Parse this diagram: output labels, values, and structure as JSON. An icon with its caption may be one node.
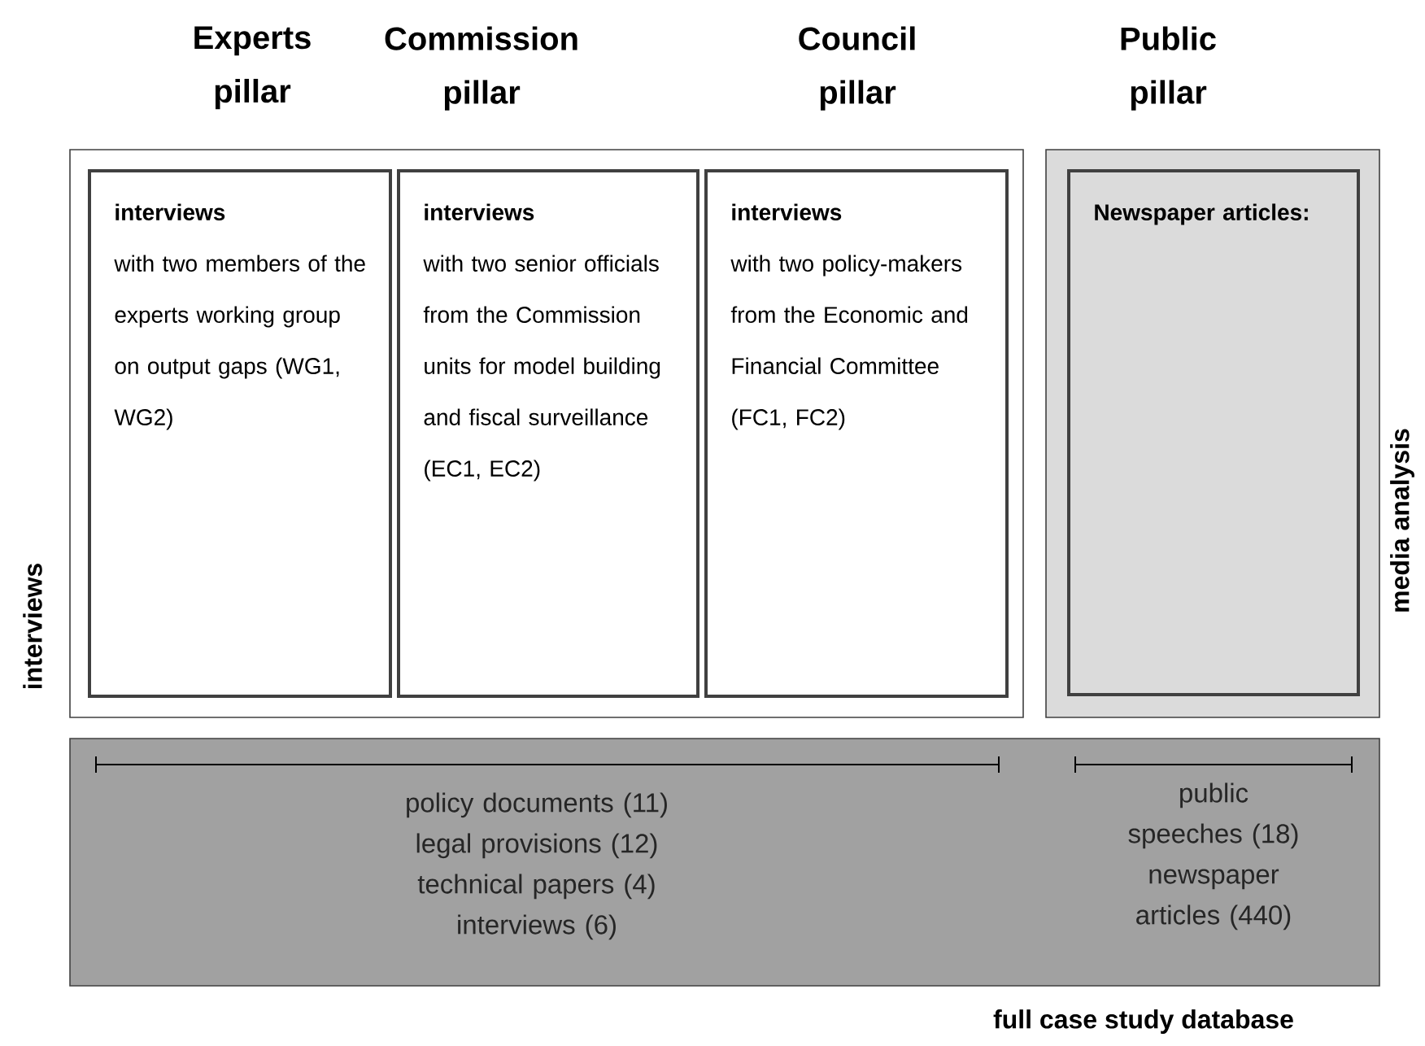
{
  "diagram": {
    "nodes": [
      {
        "text": [
          "interviews"
        ]
      },
      {
        "text": [
          "interviews",
          "with two members of the experts working group on output gaps (WG1, WG2)"
        ],
        "in": 0
      },
      {
        "text": [
          "interviews",
          "with two senior officials from the Commission units for model building and fiscal surveillance (EC1, EC2)"
        ],
        "in": 0
      },
      {
        "text": [
          "interviews",
          "with two policy-makers from the Economic and Financial Committee (FC1, FC2)"
        ],
        "in": 0
      },
      {
        "text": [
          "media analysis"
        ]
      },
      {
        "text": [
          "Newspaper articles:"
        ],
        "in": 4
      },
      {
        "text": [
          "policy documents (11)",
          "legal provisions (12)",
          "technical papers (4)",
          "interviews (6)",
          "public speeches (18)",
          "newspaper articles (440)",
          "full case study database"
        ]
      }
    ],
    "labels": [
      "Experts pillar",
      "Commission pillar",
      "Council pillar",
      "Public pillar"
    ]
  }
}
